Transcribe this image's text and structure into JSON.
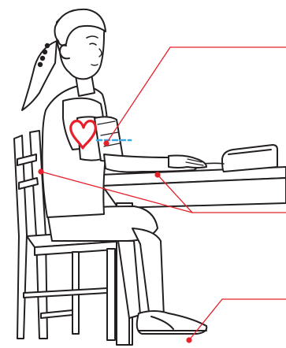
{
  "figure": {
    "subject": "woman-seated-measuring-blood-pressure",
    "callout_count": 3,
    "heart_level_marker": true
  },
  "colors": {
    "outline": "#231f20",
    "leader_line": "#e8202a",
    "heart": "#e8202a",
    "heart_level_line": "#3aa8e0",
    "ponytail_band": "#231f20"
  },
  "icons": [
    "heart-icon",
    "heart-level-dashed-line",
    "callout-dot"
  ]
}
